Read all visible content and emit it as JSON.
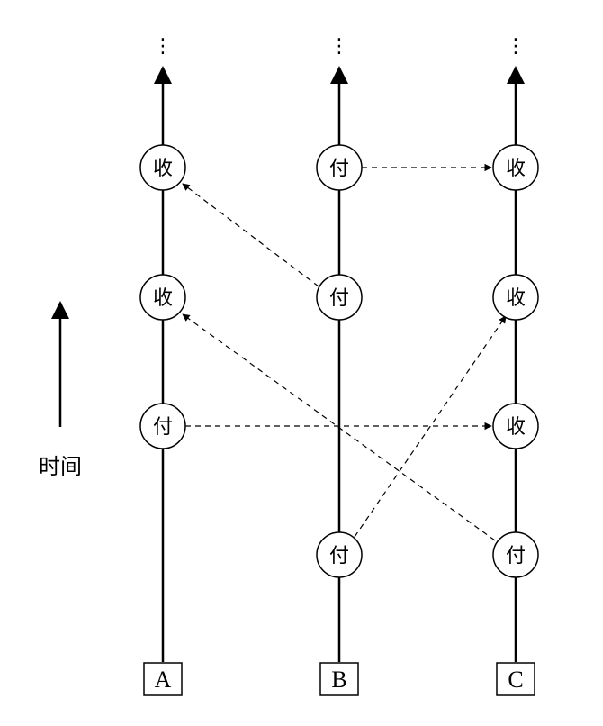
{
  "processes": [
    {
      "id": "A",
      "label": "A"
    },
    {
      "id": "B",
      "label": "B"
    },
    {
      "id": "C",
      "label": "C"
    }
  ],
  "events": [
    {
      "id": "a1",
      "process": "A",
      "label": "付"
    },
    {
      "id": "a2",
      "process": "A",
      "label": "收"
    },
    {
      "id": "a3",
      "process": "A",
      "label": "收"
    },
    {
      "id": "b1",
      "process": "B",
      "label": "付"
    },
    {
      "id": "b2",
      "process": "B",
      "label": "付"
    },
    {
      "id": "b3",
      "process": "B",
      "label": "付"
    },
    {
      "id": "c1",
      "process": "C",
      "label": "付"
    },
    {
      "id": "c2",
      "process": "C",
      "label": "收"
    },
    {
      "id": "c3",
      "process": "C",
      "label": "收"
    },
    {
      "id": "c4",
      "process": "C",
      "label": "收"
    }
  ],
  "messages": [
    {
      "from": "a1",
      "to": "c2"
    },
    {
      "from": "b1",
      "to": "c3"
    },
    {
      "from": "c1",
      "to": "a2"
    },
    {
      "from": "b2",
      "to": "a3"
    },
    {
      "from": "b3",
      "to": "c4"
    }
  ],
  "time_axis": {
    "label": "时间"
  },
  "continuation": "⋮",
  "colors": {
    "line": "#000000",
    "fill": "#ffffff"
  }
}
